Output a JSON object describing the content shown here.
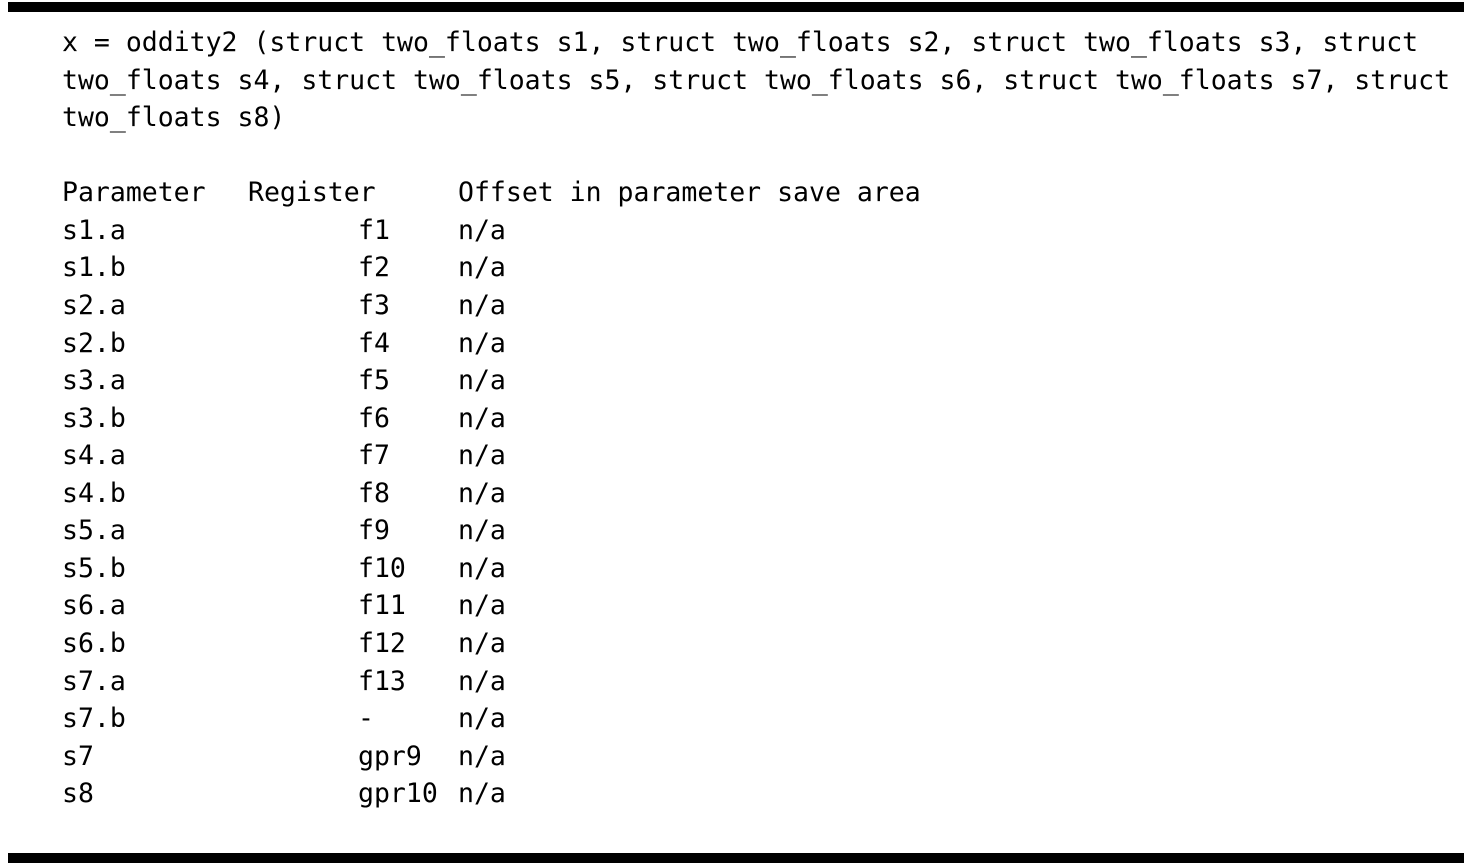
{
  "signature": {
    "lines": [
      "x = oddity2 (struct two_floats s1, struct two_floats s2, struct two_floats s3, struct",
      "two_floats s4, struct two_floats s5, struct two_floats s6, struct two_floats s7, struct",
      "two_floats s8)"
    ]
  },
  "table": {
    "headers": [
      "Parameter",
      "Register",
      "Offset in parameter save area"
    ],
    "rows": [
      {
        "param": "s1.a",
        "register": "f1",
        "offset": "n/a"
      },
      {
        "param": "s1.b",
        "register": "f2",
        "offset": "n/a"
      },
      {
        "param": "s2.a",
        "register": "f3",
        "offset": "n/a"
      },
      {
        "param": "s2.b",
        "register": "f4",
        "offset": "n/a"
      },
      {
        "param": "s3.a",
        "register": "f5",
        "offset": "n/a"
      },
      {
        "param": "s3.b",
        "register": "f6",
        "offset": "n/a"
      },
      {
        "param": "s4.a",
        "register": "f7",
        "offset": "n/a"
      },
      {
        "param": "s4.b",
        "register": "f8",
        "offset": "n/a"
      },
      {
        "param": "s5.a",
        "register": "f9",
        "offset": "n/a"
      },
      {
        "param": "s5.b",
        "register": "f10",
        "offset": "n/a"
      },
      {
        "param": "s6.a",
        "register": "f11",
        "offset": "n/a"
      },
      {
        "param": "s6.b",
        "register": "f12",
        "offset": "n/a"
      },
      {
        "param": "s7.a",
        "register": "f13",
        "offset": "n/a"
      },
      {
        "param": "s7.b",
        "register": "-",
        "offset": "n/a"
      },
      {
        "param": "s7",
        "register": "gpr9",
        "offset": "n/a"
      },
      {
        "param": "s8",
        "register": "gpr10",
        "offset": "n/a"
      }
    ]
  },
  "colors": {
    "background": "#ffffff",
    "text": "#000000",
    "rule": "#000000"
  }
}
